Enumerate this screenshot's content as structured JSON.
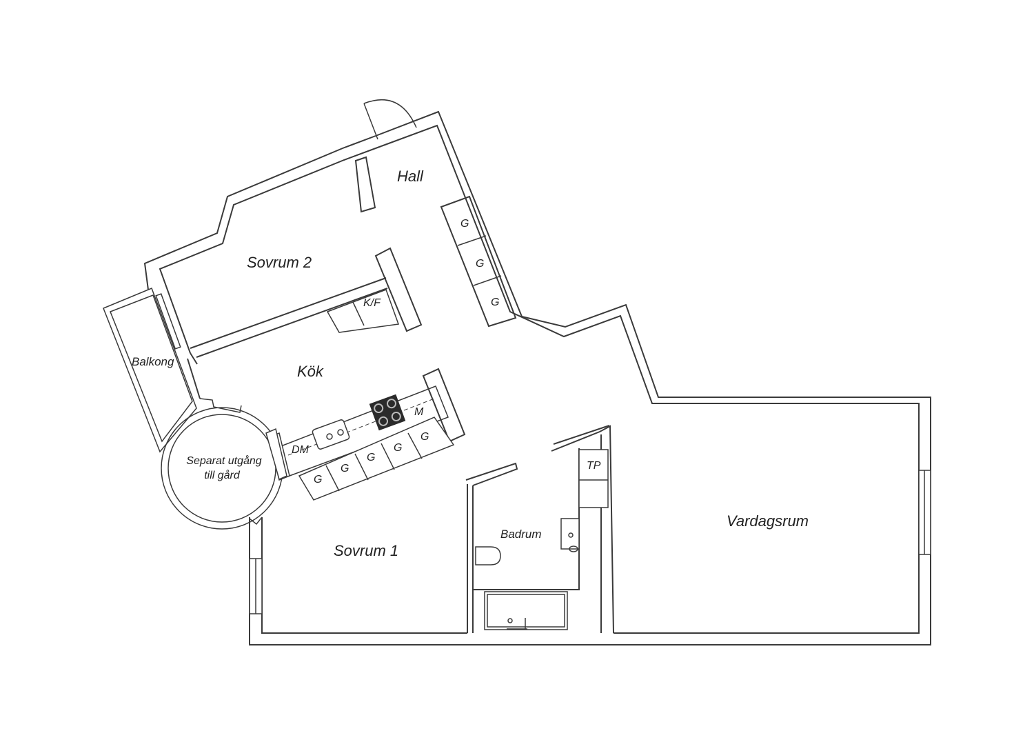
{
  "rooms": {
    "hall": "Hall",
    "sovrum2": "Sovrum 2",
    "kok": "Kök",
    "balkong": "Balkong",
    "separat_line1": "Separat utgång",
    "separat_line2": "till gård",
    "sovrum1": "Sovrum 1",
    "badrum": "Badrum",
    "vardagsrum": "Vardagsrum"
  },
  "fixtures": {
    "wardrobe": "G",
    "fridge_freezer": "K/F",
    "microwave": "M",
    "dishwasher": "DM",
    "washer": "TP"
  },
  "colors": {
    "wall": "#3a3a3a",
    "stove": "#2b2b2b",
    "background": "#ffffff"
  }
}
